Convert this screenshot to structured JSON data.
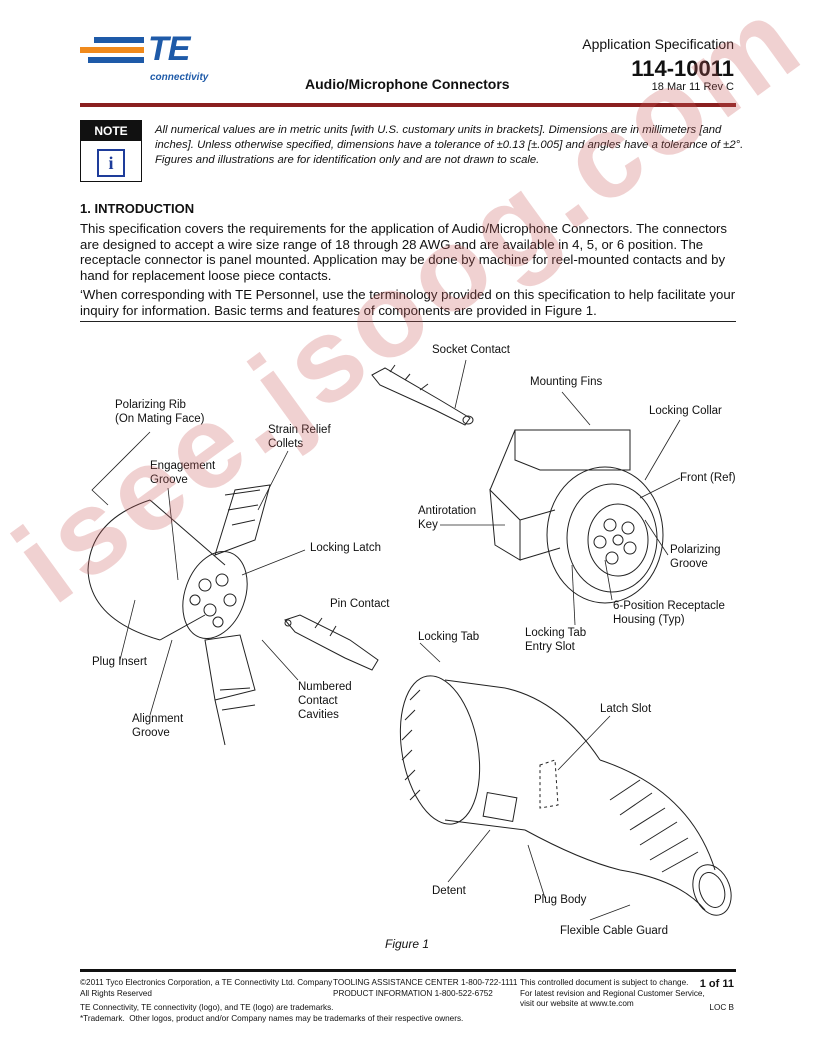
{
  "header": {
    "logo_text": "TE",
    "logo_subtext": "connectivity",
    "doc_title": "Audio/Microphone Connectors",
    "spec_type": "Application Specification",
    "spec_number": "114-10011",
    "date_rev": "18 Mar 11    Rev C"
  },
  "note": {
    "label": "NOTE",
    "icon": "i",
    "text": "All numerical values are in metric units [with U.S. customary units in brackets]. Dimensions are in millimeters [and inches]. Unless otherwise specified, dimensions have a tolerance of ±0.13 [±.005] and angles have a tolerance of ±2°. Figures and illustrations are for identification only and are not drawn to scale."
  },
  "section": {
    "heading": "1. INTRODUCTION",
    "paragraph1": "This specification covers the requirements for the application of Audio/Microphone Connectors. The connectors are designed to accept a wire size range of 18 through 28 AWG and are available in 4, 5, or 6 position. The receptacle connector is panel mounted. Application may be done by machine for reel-mounted contacts and by hand for replacement loose piece contacts.",
    "paragraph2": "‘When corresponding with TE Personnel, use the terminology provided on this specification to help facilitate your inquiry for information. Basic terms and features of components are provided in Figure 1."
  },
  "figure": {
    "caption": "Figure 1",
    "labels": {
      "socket_contact": "Socket Contact",
      "mounting_fins": "Mounting Fins",
      "polarizing_rib": "Polarizing Rib\n(On Mating Face)",
      "strain_relief": "Strain Relief\nCollets",
      "locking_collar": "Locking Collar",
      "engagement_groove": "Engagement\nGroove",
      "front_ref": "Front (Ref)",
      "antirotation_key": "Antirotation\nKey",
      "locking_latch": "Locking Latch",
      "polarizing_groove": "Polarizing\nGroove",
      "pin_contact": "Pin Contact",
      "receptacle_housing": "6-Position Receptacle\nHousing (Typ)",
      "locking_tab": "Locking Tab",
      "locking_tab_entry": "Locking Tab\nEntry Slot",
      "plug_insert": "Plug Insert",
      "numbered_cavities": "Numbered\nContact\nCavities",
      "alignment_groove": "Alignment\nGroove",
      "latch_slot": "Latch Slot",
      "detent": "Detent",
      "plug_body": "Plug Body",
      "cable_guard": "Flexible Cable Guard"
    }
  },
  "footer": {
    "copyright": "©2011 Tyco Electronics Corporation, a TE Connectivity Ltd. Company\nAll Rights Reserved",
    "trademarks": "TE Connectivity, TE connectivity (logo), and TE (logo) are trademarks.\n*Trademark.  Other logos, product and/or Company names may be trademarks of their respective owners.",
    "tooling": "TOOLING ASSISTANCE CENTER 1-800-722-1111\nPRODUCT INFORMATION 1-800-522-6752",
    "controlled": "This controlled document is subject to change.\nFor latest revision and Regional Customer Service,\nvisit our website at www.te.com",
    "page": "1 of 11",
    "loc": "LOC B"
  },
  "watermark": "isee.jsoog.com"
}
